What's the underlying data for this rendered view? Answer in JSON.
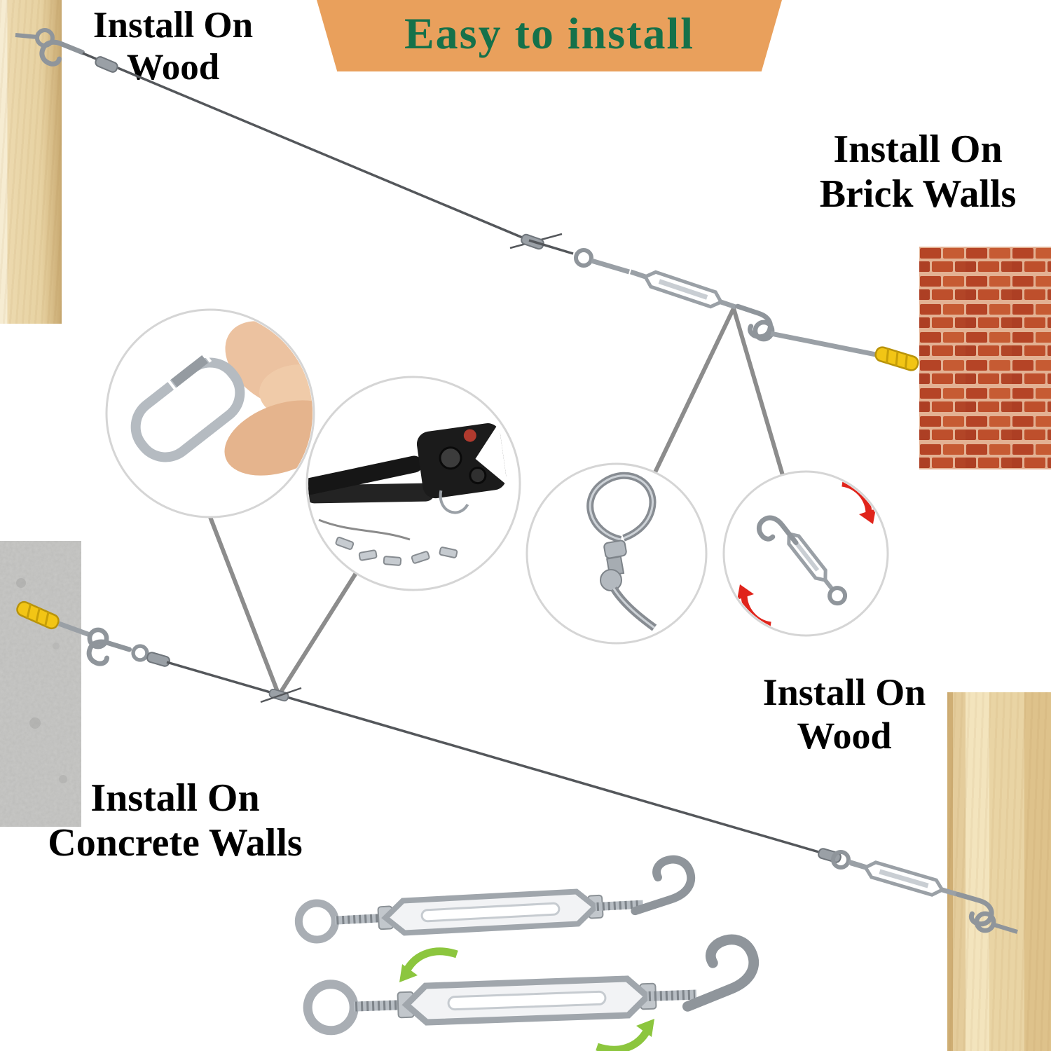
{
  "banner": {
    "label": "Easy to install",
    "background": "#E9A05C",
    "text_color": "#15714A"
  },
  "labels": {
    "wood_top": {
      "line1": "Install On",
      "line2": "Wood"
    },
    "brick": {
      "line1": "Install On",
      "line2": "Brick Walls"
    },
    "wood_right": {
      "line1": "Install On",
      "line2": "Wood"
    },
    "concrete": {
      "line1": "Install On",
      "line2": "Concrete Walls"
    }
  },
  "callouts": {
    "circle1": "spring-snap-hook-held-by-hand",
    "circle2": "wire-rope-crimping-tool-with-ferrules",
    "circle3": "wire-rope-loop-with-crimp-ferrule-terminal",
    "circle4": "hook-and-eye-turnbuckle-rotation"
  },
  "hardware": [
    "eye screw",
    "snap hook",
    "crimp sleeve",
    "wire rope",
    "turnbuckle",
    "hook turnbuckle",
    "wall plug anchor"
  ],
  "colors": {
    "banner_orange": "#E9A05C",
    "banner_text_green": "#15714A",
    "label_black": "#000000",
    "anchor_yellow": "#F2C515",
    "arrow_red": "#E0241B",
    "arrow_green": "#8CC63E",
    "brick_red": "#B54426",
    "wood_tan": "#ECD9AE",
    "concrete_gray": "#C8C8C6",
    "cable_gray": "#54575B",
    "hardware_silver": "#9AA0A6",
    "callout_line_gray": "#8C8C8C"
  }
}
